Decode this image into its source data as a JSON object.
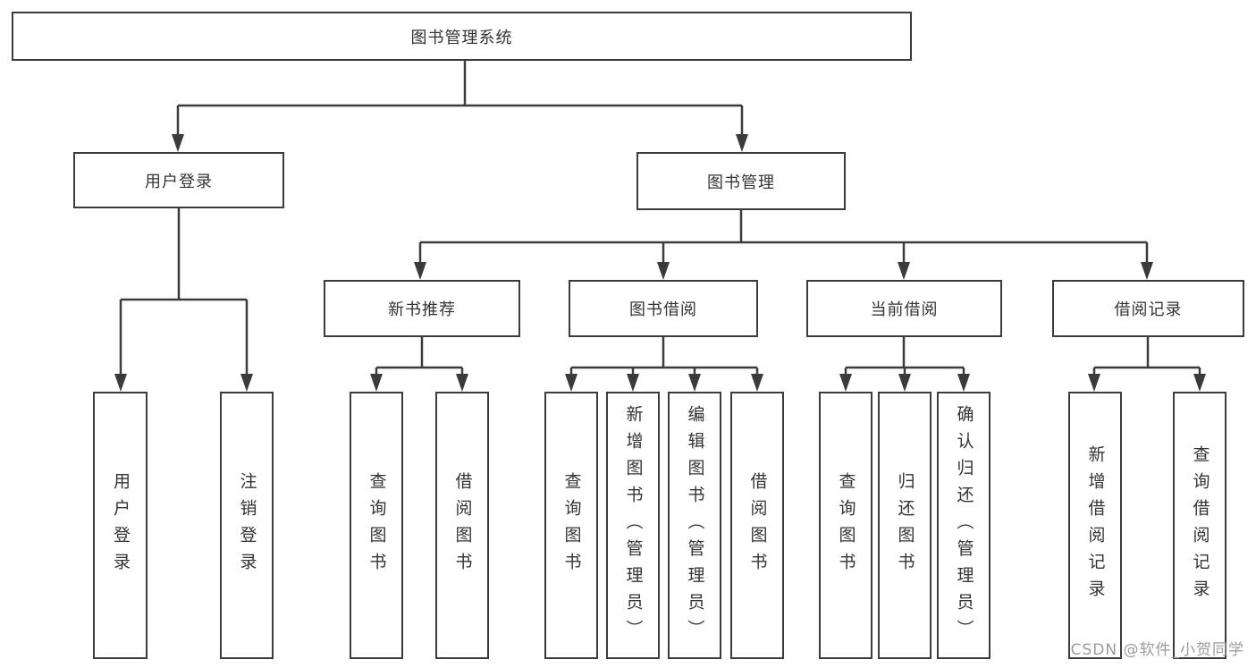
{
  "diagram": {
    "root": "图书管理系统",
    "login_branch": {
      "label": "用户登录",
      "children": [
        "用户登录",
        "注销登录"
      ]
    },
    "management_branch": {
      "label": "图书管理",
      "sections": [
        {
          "label": "新书推荐",
          "children": [
            "查询图书",
            "借阅图书"
          ]
        },
        {
          "label": "图书借阅",
          "children": [
            "查询图书",
            "新增图书（管理员）",
            "编辑图书（管理员）",
            "借阅图书"
          ]
        },
        {
          "label": "当前借阅",
          "children": [
            "查询图书",
            "归还图书",
            "确认归还（管理员）"
          ]
        },
        {
          "label": "借阅记录",
          "children": [
            "新增借阅记录",
            "查询借阅记录"
          ]
        }
      ]
    }
  },
  "watermark": "CSDN @软件_小贺同学",
  "colors": {
    "line": "#3b3b3b",
    "text": "#333333",
    "watermark": "#9b9b9b",
    "background": "#ffffff"
  }
}
